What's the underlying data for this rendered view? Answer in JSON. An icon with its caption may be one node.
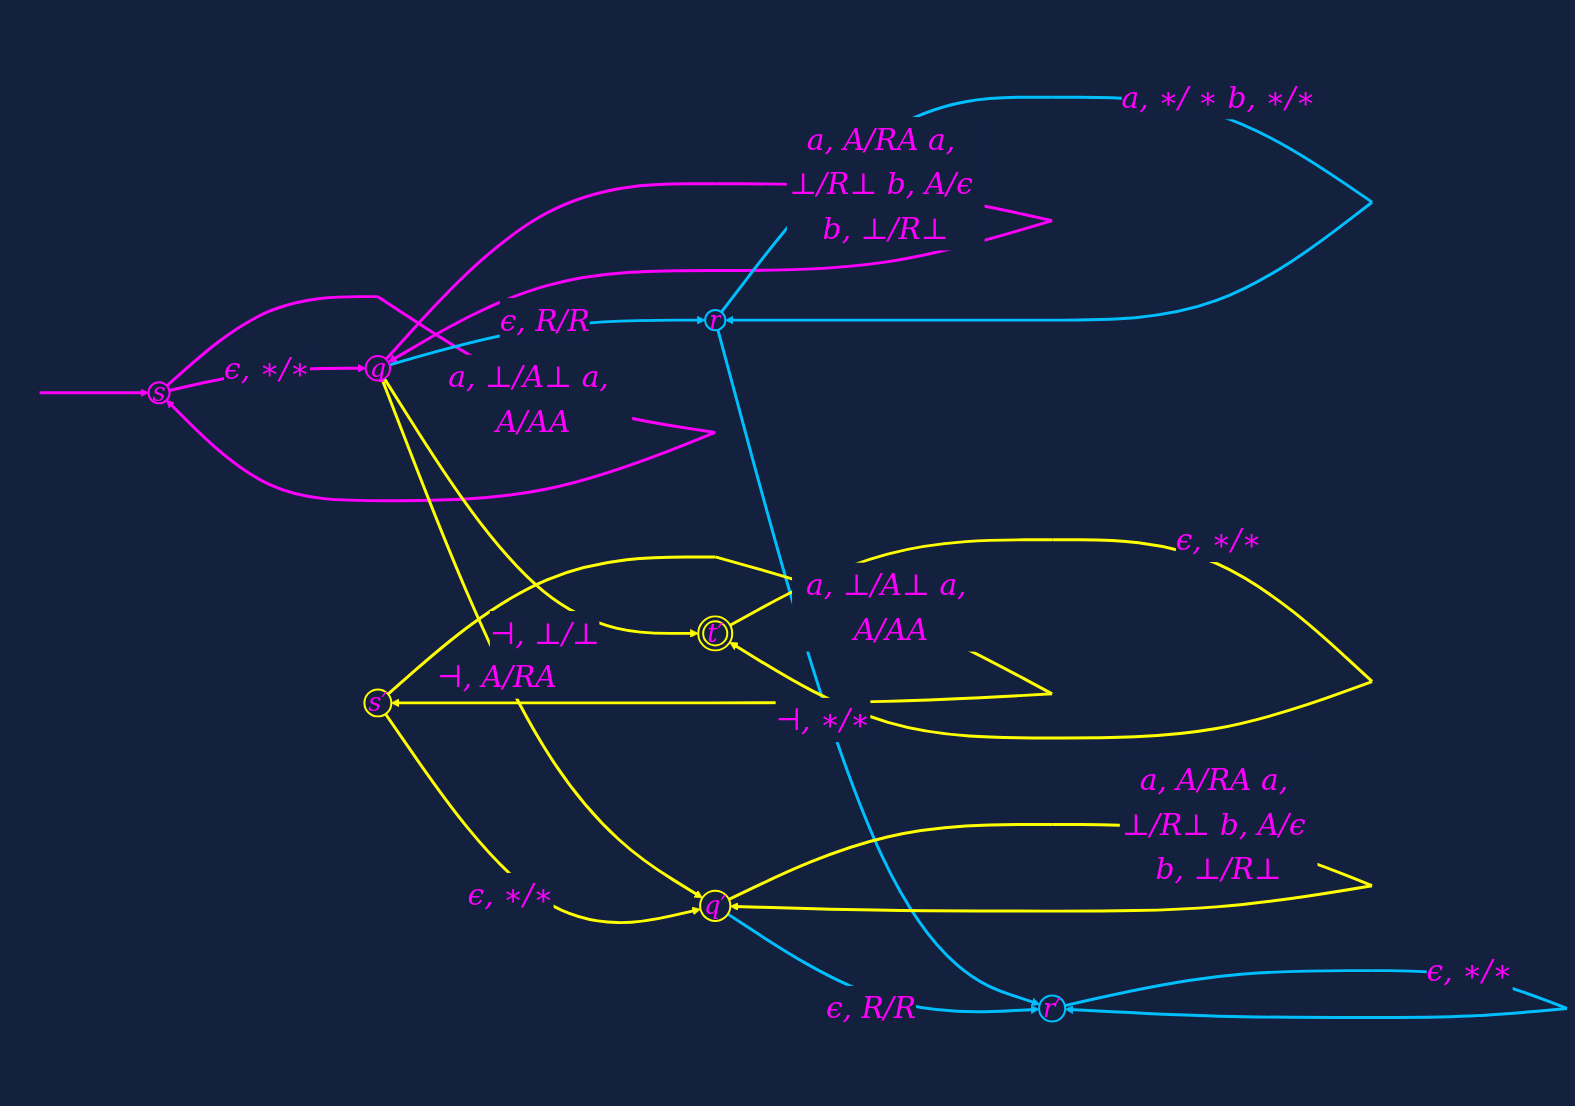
{
  "diagram": {
    "nodes": [
      {
        "text": [
          "s"
        ]
      },
      {
        "text": [
          "q"
        ]
      },
      {
        "text": [
          "r"
        ]
      },
      {
        "text": [
          "s′"
        ]
      },
      {
        "text": [
          "q′"
        ]
      },
      {
        "text": [
          "t′"
        ]
      },
      {
        "text": [
          "r′"
        ]
      }
    ],
    "edges": [
      {
        "from": 0,
        "to": 0,
        "arrow": "to",
        "label": "a, ⊥/A⊥ a, A/AA",
        "color": "#ff00ff"
      },
      {
        "from": 0,
        "to": 1,
        "arrow": "to",
        "label": "ϵ, ∗/∗",
        "color": "#ff00ff"
      },
      {
        "from": 1,
        "to": 1,
        "arrow": "to",
        "label": "a, A/RA a, ⊥/R⊥ b, A/ϵ b, ⊥/R⊥",
        "color": "#ff00ff"
      },
      {
        "from": 1,
        "to": 2,
        "arrow": "to",
        "label": "ϵ, R/R",
        "color": "#00bfff"
      },
      {
        "from": 2,
        "to": 2,
        "arrow": "to",
        "label": "a, ∗/ ∗ b, ∗/∗",
        "color": "#00bfff"
      },
      {
        "from": 1,
        "to": 4,
        "arrow": "to",
        "label": "⊣, A/RA"
      },
      {
        "from": 1,
        "to": 5,
        "arrow": "to",
        "label": "⊣, ⊥/⊥"
      },
      {
        "from": 2,
        "to": 6,
        "arrow": "to",
        "label": "⊣, ∗/∗",
        "color": "#00bfff"
      },
      {
        "from": 3,
        "to": 4,
        "arrow": "to",
        "label": "ϵ, ∗/∗"
      },
      {
        "from": 5,
        "to": 5,
        "arrow": "to",
        "label": "ϵ, ∗/∗"
      },
      {
        "from": 3,
        "to": 3,
        "arrow": "to",
        "label": "a, ⊥/A⊥ a, A/AA"
      },
      {
        "from": 4,
        "to": 4,
        "arrow": "to",
        "label": "a, A/RA a, ⊥/R⊥ b, A/ϵ b, ⊥/R⊥"
      },
      {
        "from": 4,
        "to": 6,
        "arrow": "to",
        "label": "ϵ, R/R",
        "color": "#00bfff"
      },
      {
        "from": 6,
        "to": 6,
        "arrow": "to",
        "label": "ϵ, ∗/∗",
        "color": "#00bfff"
      },
      {
        "from": null,
        "to": 0,
        "arrow": "to",
        "color": "#ff00ff"
      }
    ]
  }
}
